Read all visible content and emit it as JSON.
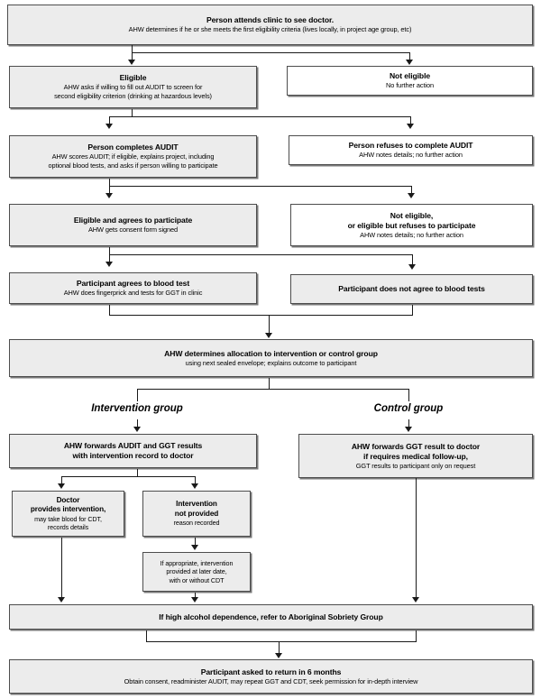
{
  "diagram": {
    "title": "Clinic screening, randomisation and follow-up flowchart",
    "colors": {
      "box_fill_gray": "#ececec",
      "box_fill_white": "#ffffff",
      "border": "#4d4d4d",
      "shadow": "#7a7a7a",
      "connector": "#1a1a1a"
    },
    "captions": {
      "intervention_group": "Intervention group",
      "control_group": "Control group"
    },
    "nodes": {
      "attends_clinic": {
        "heading": "Person attends clinic to see doctor.",
        "detail": "AHW determines if he or she meets the first eligibility criteria (lives locally, in project age group, etc)"
      },
      "eligible": {
        "heading": "Eligible",
        "detail_line1": "AHW asks if willing to fill out AUDIT to screen for",
        "detail_line2": "second eligibility criterion (drinking at hazardous levels)"
      },
      "not_eligible": {
        "heading": "Not eligible",
        "detail": "No further action"
      },
      "completes_audit": {
        "heading": "Person completes AUDIT",
        "detail_line1": "AHW scores AUDIT; if eligible, explains project, including",
        "detail_line2": "optional blood tests, and asks if person willing to participate"
      },
      "refuses_audit": {
        "heading": "Person refuses to complete AUDIT",
        "detail": "AHW notes details; no further action"
      },
      "agrees_participate": {
        "heading": "Eligible and agrees to participate",
        "detail": "AHW gets consent form signed"
      },
      "not_eligible_or_refuses": {
        "heading_line1": "Not eligible,",
        "heading_line2": "or eligible but refuses to participate",
        "detail": "AHW notes details; no further action"
      },
      "agrees_blood_test": {
        "heading": "Participant agrees to blood test",
        "detail": "AHW does fingerprick and tests for GGT in clinic"
      },
      "no_blood_test": {
        "heading": "Participant does not agree to blood tests"
      },
      "allocation": {
        "heading": "AHW determines allocation to intervention or control group",
        "detail": "using next sealed envelope; explains outcome to participant"
      },
      "intervention_forward": {
        "heading_line1": "AHW forwards AUDIT and GGT results",
        "heading_line2": "with intervention record to doctor"
      },
      "control_forward": {
        "heading_line1": "AHW forwards GGT result to doctor",
        "heading_line2": "if requires medical follow-up,",
        "detail": "GGT results to participant only on request"
      },
      "doctor_provides": {
        "heading_line1": "Doctor",
        "heading_line2": "provides intervention,",
        "detail_line1": "may take blood for CDT,",
        "detail_line2": "records details"
      },
      "not_provided": {
        "heading_line1": "Intervention",
        "heading_line2": "not provided",
        "detail": "reason recorded"
      },
      "later_date": {
        "detail_line1": "If appropriate, intervention",
        "detail_line2": "provided at later date,",
        "detail_line3": "with or without CDT"
      },
      "sobriety_group": {
        "heading": "If high alcohol dependence, refer to Aboriginal Sobriety Group"
      },
      "return_six_months": {
        "heading": "Participant asked to return in 6 months",
        "detail": "Obtain consent, readminister AUDIT, may repeat GGT and CDT, seek permission for in-depth interview"
      }
    }
  }
}
